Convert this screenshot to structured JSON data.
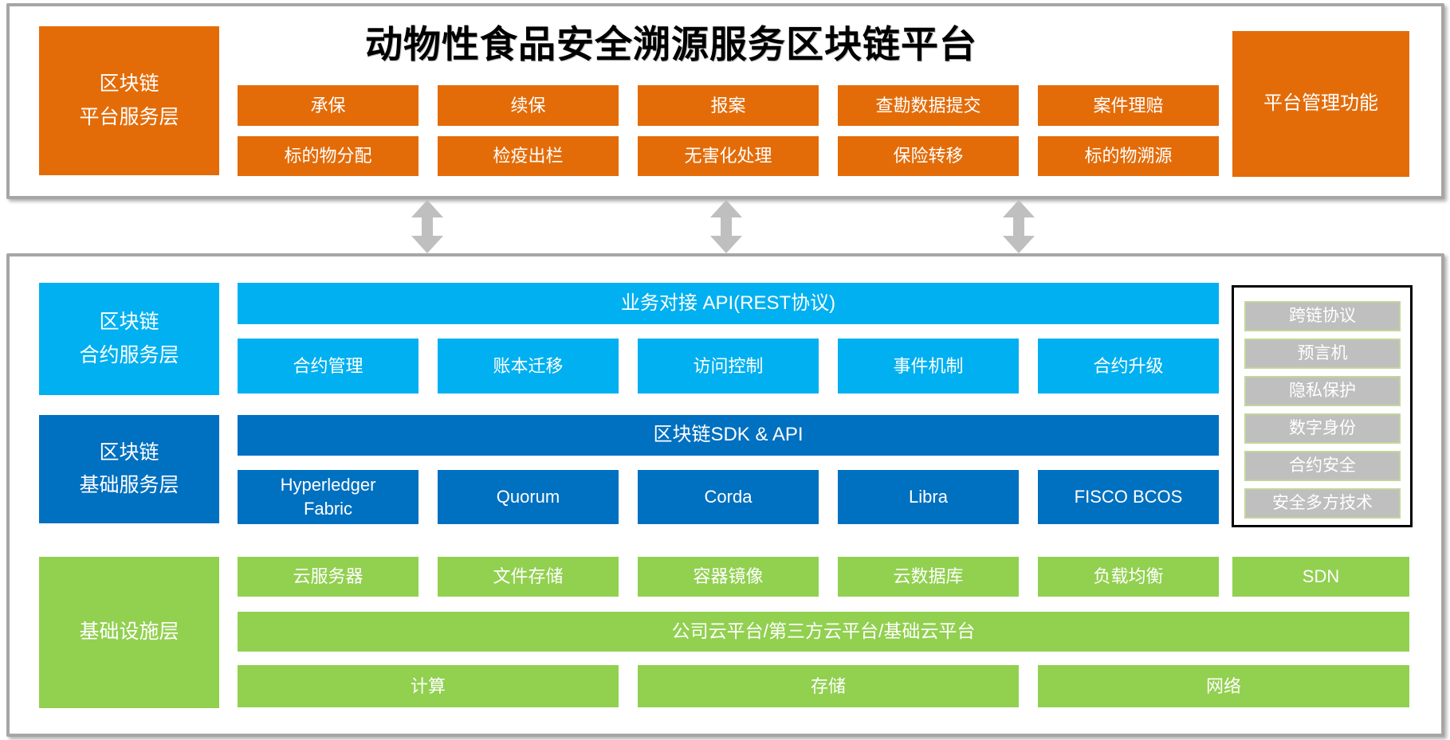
{
  "title": "动物性食品安全溯源服务区块链平台",
  "colors": {
    "orange": "#e36c09",
    "cyan": "#00b0f0",
    "blue": "#0070c0",
    "green": "#92d050",
    "button_gray": "#bfbfbf",
    "panel_border": "#a6a6a6"
  },
  "platform_layer": {
    "label": "区块链\n平台服务层",
    "functions_row1": [
      "承保",
      "续保",
      "报案",
      "查勘数据提交",
      "案件理赔"
    ],
    "functions_row2": [
      "标的物分配",
      "检疫出栏",
      "无害化处理",
      "保险转移",
      "标的物溯源"
    ],
    "management_label": "平台管理功能"
  },
  "contract_layer": {
    "label": "区块链\n合约服务层",
    "api_bar": "业务对接 API(REST协议)",
    "items": [
      "合约管理",
      "账本迁移",
      "访问控制",
      "事件机制",
      "合约升级"
    ]
  },
  "base_layer": {
    "label": "区块链\n基础服务层",
    "sdk_bar": "区块链SDK & API",
    "items": [
      "Hyperledger\nFabric",
      "Quorum",
      "Corda",
      "Libra",
      "FISCO BCOS"
    ]
  },
  "security_panel": {
    "items": [
      "跨链协议",
      "预言机",
      "隐私保护",
      "数字身份",
      "合约安全",
      "安全多方技术"
    ]
  },
  "infrastructure_layer": {
    "label": "基础设施层",
    "resources": [
      "云服务器",
      "文件存储",
      "容器镜像",
      "云数据库",
      "负载均衡",
      "SDN"
    ],
    "cloud_bar": "公司云平台/第三方云平台/基础云平台",
    "fundamentals": [
      "计算",
      "存储",
      "网络"
    ]
  }
}
